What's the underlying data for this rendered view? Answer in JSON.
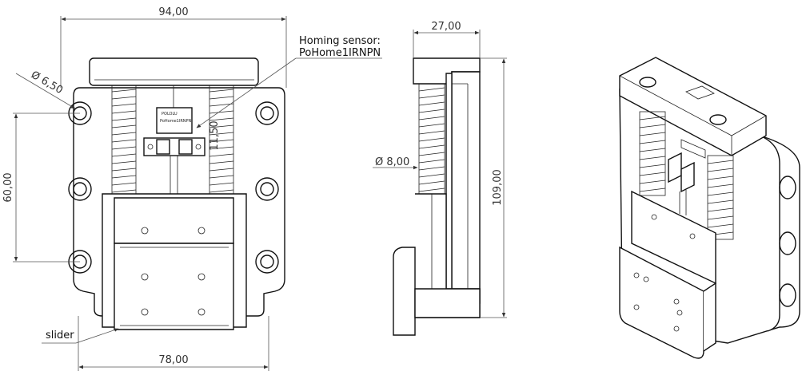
{
  "drawing": {
    "dimensions": {
      "overall_width": "94,00",
      "depth": "27,00",
      "hole_diameter": "Ø 6,50",
      "vertical_hole_spacing": "60,00",
      "slot_dimension": "11,50",
      "rod_diameter": "Ø 8,00",
      "overall_height": "109,00",
      "slider_width": "78,00"
    },
    "labels": {
      "homing_sensor_line1": "Homing sensor:",
      "homing_sensor_line2": "PoHome1IRNPN",
      "slider": "slider"
    },
    "sensor_text": {
      "brand": "POLOLU",
      "model": "PoHome1IRNPN"
    }
  }
}
